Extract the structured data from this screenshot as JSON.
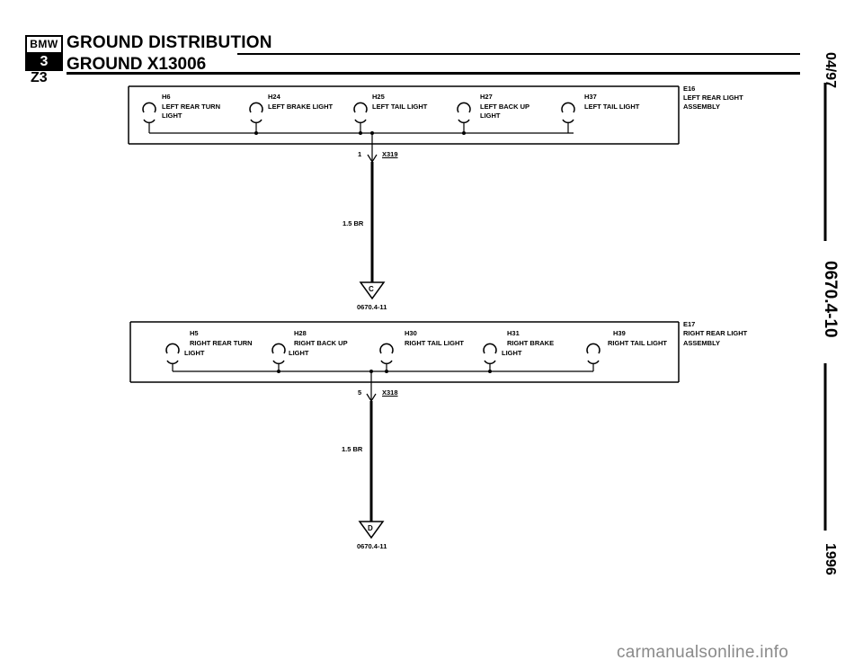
{
  "header": {
    "logo_top": "BMW",
    "logo_bottom": "3",
    "title": "GROUND DISTRIBUTION",
    "subtitle": "GROUND X13006",
    "model": "Z3"
  },
  "side": {
    "date": "04/97",
    "page": "0670.4-10",
    "year": "1996"
  },
  "diagrams": [
    {
      "assembly": {
        "id": "E16",
        "line1": "LEFT REAR LIGHT",
        "line2": "ASSEMBLY"
      },
      "lamps": [
        {
          "id": "H6",
          "line1": "LEFT REAR TURN",
          "line2": "LIGHT"
        },
        {
          "id": "H24",
          "line1": "LEFT BRAKE LIGHT",
          "line2": ""
        },
        {
          "id": "H25",
          "line1": "LEFT TAIL LIGHT",
          "line2": ""
        },
        {
          "id": "H27",
          "line1": "LEFT BACK UP",
          "line2": "LIGHT"
        },
        {
          "id": "H37",
          "line1": "LEFT TAIL LIGHT",
          "line2": ""
        }
      ],
      "connector": {
        "pin": "1",
        "id": "X319"
      },
      "wire": "1.5 BR",
      "ground": {
        "letter": "C",
        "ref": "0670.4-11"
      }
    },
    {
      "assembly": {
        "id": "E17",
        "line1": "RIGHT REAR LIGHT",
        "line2": "ASSEMBLY"
      },
      "lamps": [
        {
          "id": "H5",
          "line1": "RIGHT REAR TURN",
          "line2": "LIGHT"
        },
        {
          "id": "H28",
          "line1": "RIGHT BACK UP",
          "line2": "LIGHT"
        },
        {
          "id": "H30",
          "line1": "RIGHT TAIL LIGHT",
          "line2": ""
        },
        {
          "id": "H31",
          "line1": "RIGHT BRAKE",
          "line2": "LIGHT"
        },
        {
          "id": "H39",
          "line1": "RIGHT TAIL LIGHT",
          "line2": ""
        }
      ],
      "connector": {
        "pin": "5",
        "id": "X318"
      },
      "wire": "1.5 BR",
      "ground": {
        "letter": "D",
        "ref": "0670.4-11"
      }
    }
  ],
  "watermark": "carmanualsonline.info"
}
